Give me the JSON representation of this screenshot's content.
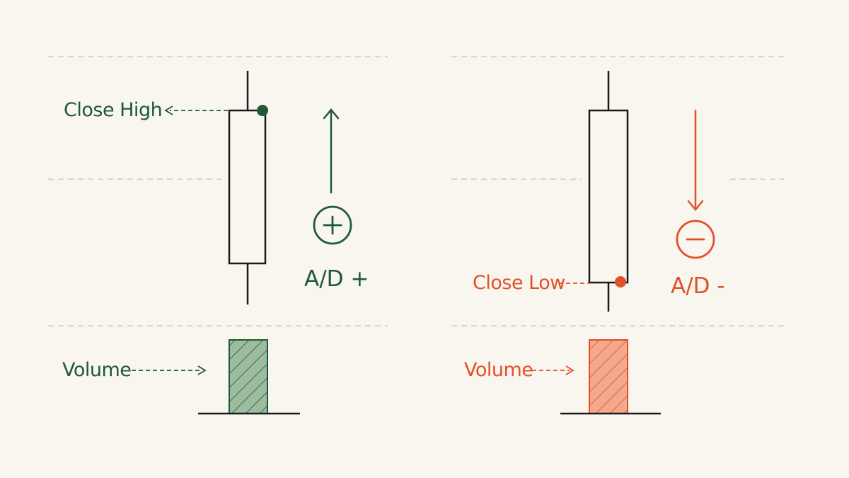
{
  "colors": {
    "background": "#f9f6f0",
    "bullish": "#1e5a32",
    "bearish": "#e2502a",
    "bullish_volume_fill": "#9dbb9f",
    "bearish_volume_fill": "#f3a98c",
    "candle_stroke": "#1a1a1a",
    "gridline": "#cfcac4"
  },
  "left_panel": {
    "close_label": "Close High",
    "ad_label": "A/D +",
    "volume_label": "Volume",
    "direction_icon": "arrow-up-icon",
    "sign_icon": "plus-circle-icon"
  },
  "right_panel": {
    "close_label": "Close Low",
    "ad_label": "A/D -",
    "volume_label": "Volume",
    "direction_icon": "arrow-down-icon",
    "sign_icon": "minus-circle-icon"
  }
}
